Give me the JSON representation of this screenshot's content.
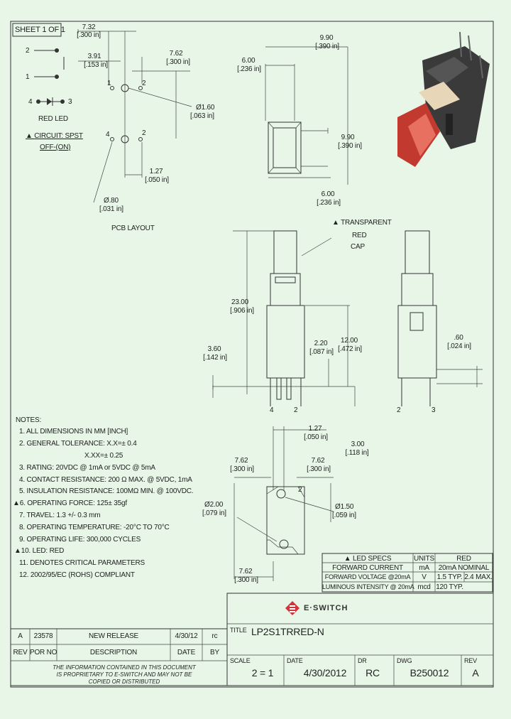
{
  "sheet": "SHEET 1 OF 1",
  "dims": {
    "d732": "7.32",
    "d732i": "[.300 in]",
    "d391": "3.91",
    "d391i": "[.153 in]",
    "d762a": "7.62",
    "d762ai": "[.300 in]",
    "d160": "Ø1.60",
    "d160i": "[.063 in]",
    "d127a": "1.27",
    "d127ai": "[.050 in]",
    "d080": "Ø.80",
    "d080i": "[.031 in]",
    "d990": "9.90",
    "d990i": "[.390 in]",
    "d600a": "6.00",
    "d600ai": "[.236 in]",
    "d930": "9.90",
    "d930i": "[.390 in]",
    "d600b": "6.00",
    "d600bi": "[.236 in]",
    "d2300": "23.00",
    "d2300i": "[.906 in]",
    "d360": "3.60",
    "d360i": "[.142 in]",
    "d220": "2.20",
    "d220i": "[.087 in]",
    "d1200": "12.00",
    "d1200i": "[.472 in]",
    "d060": ".60",
    "d060i": "[.024 in]",
    "d300": "3.00",
    "d300i": "[.118 in]",
    "d127b": "1.27",
    "d127bi": "[.050 in]",
    "d762b": "7.62",
    "d762bi": "[.300 in]",
    "d762c": "7.62",
    "d762ci": "[.300 in]",
    "d200": "Ø2.00",
    "d200i": "[.079 in]",
    "d150": "Ø1.50",
    "d150i": "[.059 in]",
    "d762d": "7.62",
    "d762di": "[.300 in]"
  },
  "labels": {
    "pin1": "1",
    "pin2": "2",
    "pin3": "3",
    "pin4": "4",
    "red_led": "RED LED",
    "circuit": "CIRCUIT: SPST",
    "off_on": "OFF-(ON)",
    "pcb_layout": "PCB LAYOUT",
    "transparent": "TRANSPARENT",
    "red": "RED",
    "cap": "CAP"
  },
  "notes": {
    "title": "NOTES:",
    "n1": "1.  ALL DIMENSIONS IN MM [INCH]",
    "n2": "2.  GENERAL TOLERANCE: X.X=± 0.4",
    "n2b": "X.XX=± 0.25",
    "n3": "3.  RATING: 20VDC @ 1mA or 5VDC @ 5mA",
    "n4": "4.  CONTACT RESISTANCE: 200 Ω MAX. @ 5VDC, 1mA",
    "n5": "5.  INSULATION RESISTANCE: 100MΩ MIN. @ 100VDC.",
    "n6": "6.  OPERATING FORCE: 125± 35gf",
    "n7": "7.  TRAVEL: 1.3 +/- 0.3 mm",
    "n8": "8.  OPERATING TEMPERATURE: -20°C TO 70°C",
    "n9": "9.  OPERATING LIFE: 300,000 CYCLES",
    "n10": "10.  LED: RED",
    "n11": "11.  DENOTES CRITICAL PARAMETERS",
    "n12": "12.  2002/95/EC (ROHS) COMPLIANT"
  },
  "led_table": {
    "headers": [
      "LED SPECS",
      "UNITS",
      "RED"
    ],
    "rows": [
      [
        "FORWARD CURRENT",
        "mA",
        "20mA NOMINAL"
      ],
      [
        "FORWARD VOLTAGE @20mA",
        "V",
        "1.5 TYP.",
        "2.4 MAX."
      ],
      [
        "LUMINOUS INTENSITY @ 20mA",
        "mcd",
        "120 TYP."
      ]
    ]
  },
  "title_block": {
    "brand": "E·SWITCH",
    "title_label": "TITLE",
    "title": "LP2S1TRRED-N",
    "scale_label": "SCALE",
    "scale": "2 = 1",
    "date_label": "DATE",
    "date": "4/30/2012",
    "dr_label": "DR",
    "dr": "RC",
    "dwg_label": "DWG",
    "dwg": "B250012",
    "rev_label": "REV",
    "rev": "A"
  },
  "revision": {
    "rev": "A",
    "por": "23578",
    "desc": "NEW RELEASE",
    "date": "4/30/12",
    "by": "rc",
    "h_rev": "REV",
    "h_por": "POR NO",
    "h_desc": "DESCRIPTION",
    "h_date": "DATE",
    "h_by": "BY"
  },
  "proprietary": "THE INFORMATION CONTAINED IN THIS DOCUMENT IS PROPRIETARY TO E-SWITCH AND MAY NOT BE COPIED OR DISTRIBUTED"
}
